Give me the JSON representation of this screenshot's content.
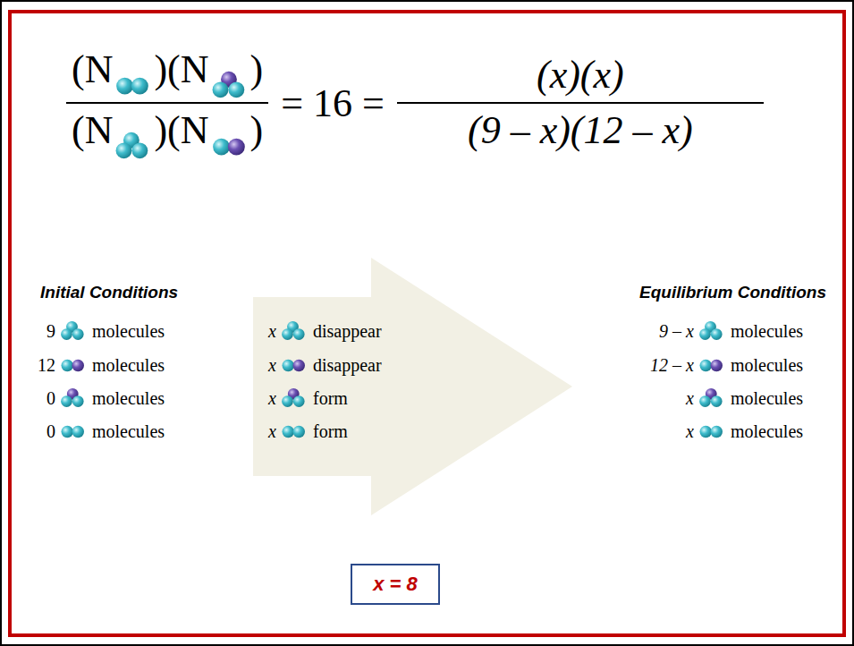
{
  "diagram": {
    "nodes": [
      {
        "text": [
          "x = 8"
        ]
      }
    ],
    "labels": [
      "(N",
      ")(N",
      ")",
      "(N",
      ")(N",
      ")",
      "= 16 =",
      "(x)(x)",
      "(9 – x)(12 – x)",
      "Initial Conditions",
      "9",
      "molecules",
      "12",
      "molecules",
      "0",
      "molecules",
      "0",
      "molecules",
      "x",
      "disappear",
      "x",
      "disappear",
      "x",
      "form",
      "x",
      "form",
      "Equilibrium Conditions",
      "9 – x",
      "molecules",
      "12 – x",
      "molecules",
      "x",
      "molecules",
      "x",
      "molecules"
    ]
  }
}
